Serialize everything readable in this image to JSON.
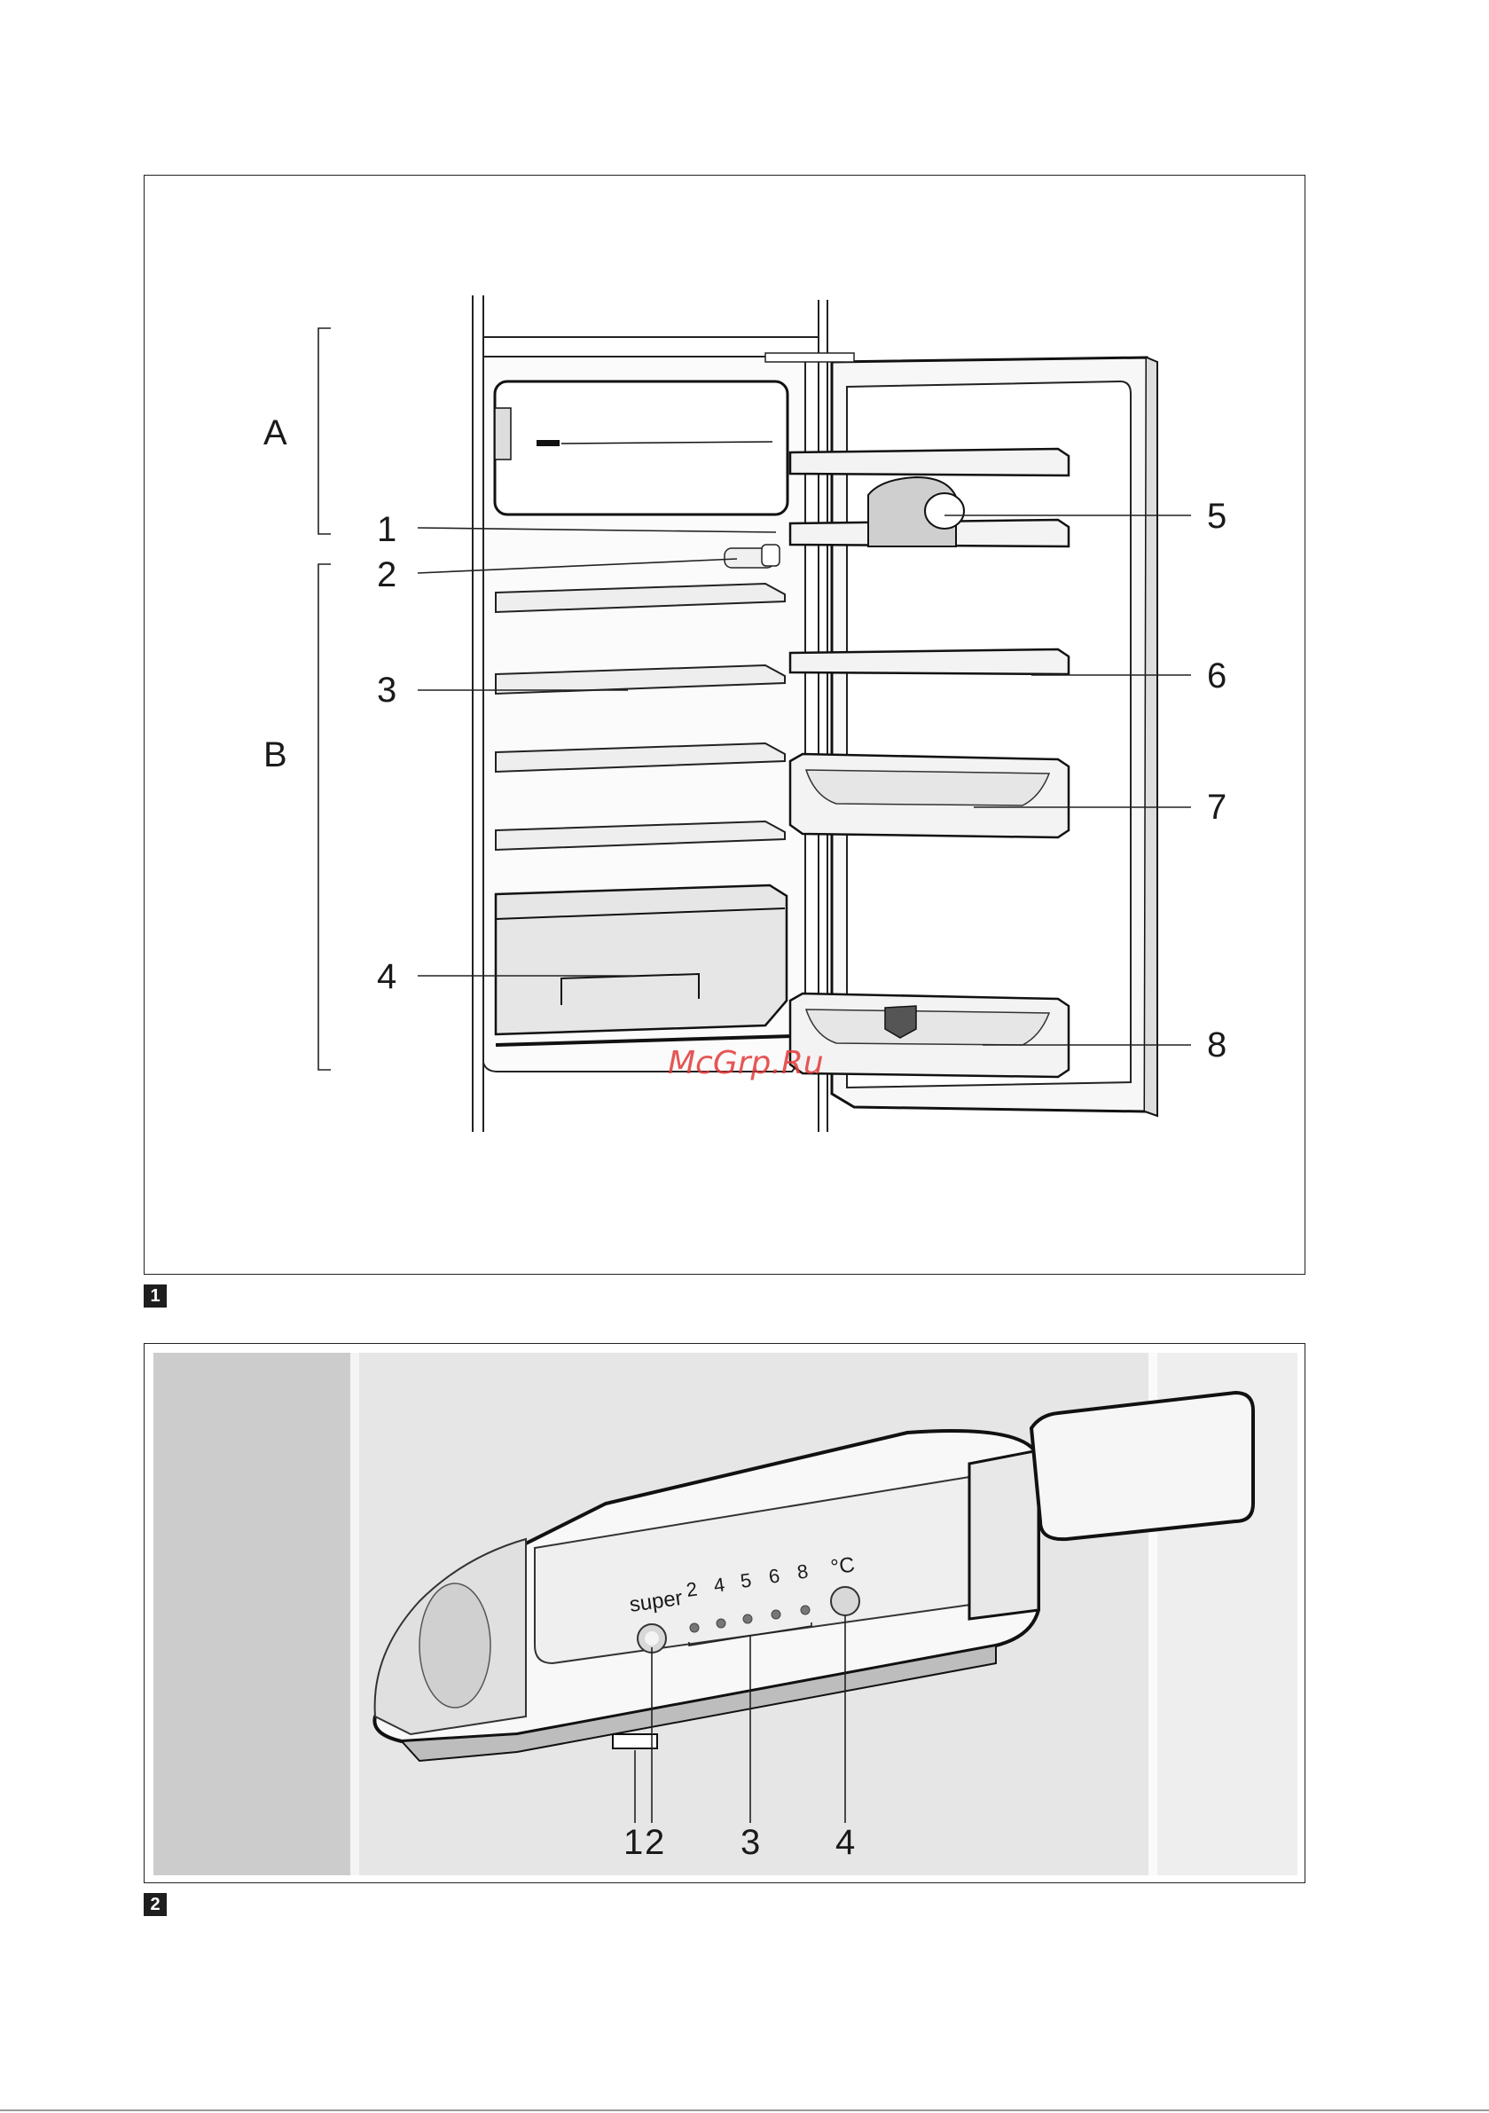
{
  "figure1": {
    "number": "1",
    "zone_labels": {
      "a": "A",
      "b": "B"
    },
    "callouts": [
      "1",
      "2",
      "3",
      "4",
      "5",
      "6",
      "7",
      "8"
    ],
    "watermark": "McGrp.Ru"
  },
  "figure2": {
    "number": "2",
    "panel_labels": {
      "super": "super",
      "unit": "°C"
    },
    "scale": [
      "2",
      "4",
      "5",
      "6",
      "8"
    ],
    "callouts": [
      "1",
      "2",
      "3",
      "4"
    ]
  }
}
